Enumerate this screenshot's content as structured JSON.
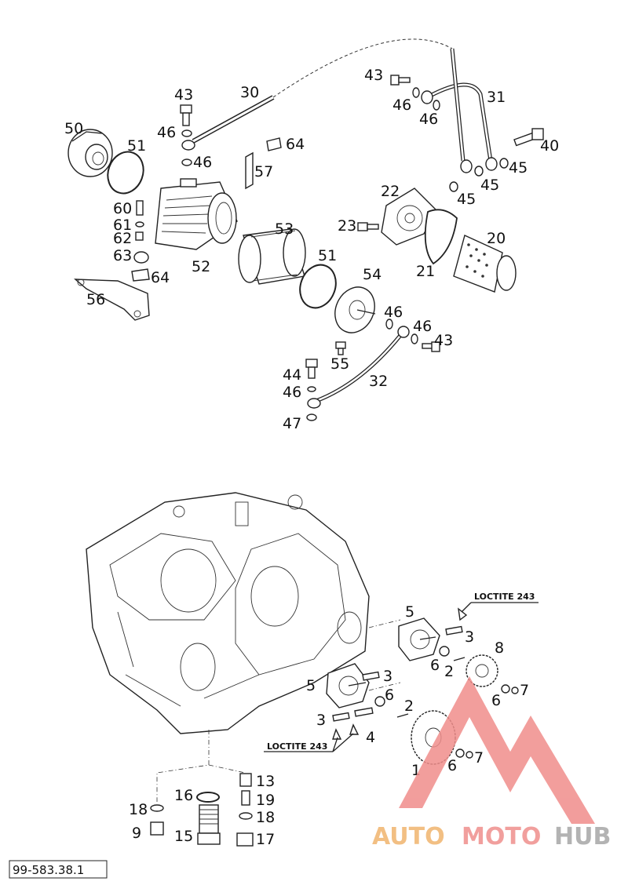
{
  "labels": {
    "1": "1",
    "2": "2",
    "3": "3",
    "4": "4",
    "5": "5",
    "6": "6",
    "7": "7",
    "8": "8",
    "9": "9",
    "13": "13",
    "15": "15",
    "16": "16",
    "17": "17",
    "18": "18",
    "19": "19",
    "20": "20",
    "21": "21",
    "22": "22",
    "23": "23",
    "30": "30",
    "31": "31",
    "32": "32",
    "40": "40",
    "43": "43",
    "44": "44",
    "45": "45",
    "46": "46",
    "47": "47",
    "50": "50",
    "51": "51",
    "52": "52",
    "53": "53",
    "54": "54",
    "55": "55",
    "56": "56",
    "57": "57",
    "60": "60",
    "61": "61",
    "62": "62",
    "63": "63",
    "64": "64"
  },
  "notes": {
    "loctite_top": "LOCTITE 243",
    "loctite_bottom": "LOCTITE 243"
  },
  "drawing_code": "99-583.38.1",
  "watermark": {
    "auto": "AUTO",
    "moto": "MOTO",
    "hub": "HUB",
    "colors": {
      "auto": "#f0b46e",
      "moto": "#ef8f8c",
      "hub": "#a6a6a6",
      "triangle": "#f08d8b"
    }
  }
}
